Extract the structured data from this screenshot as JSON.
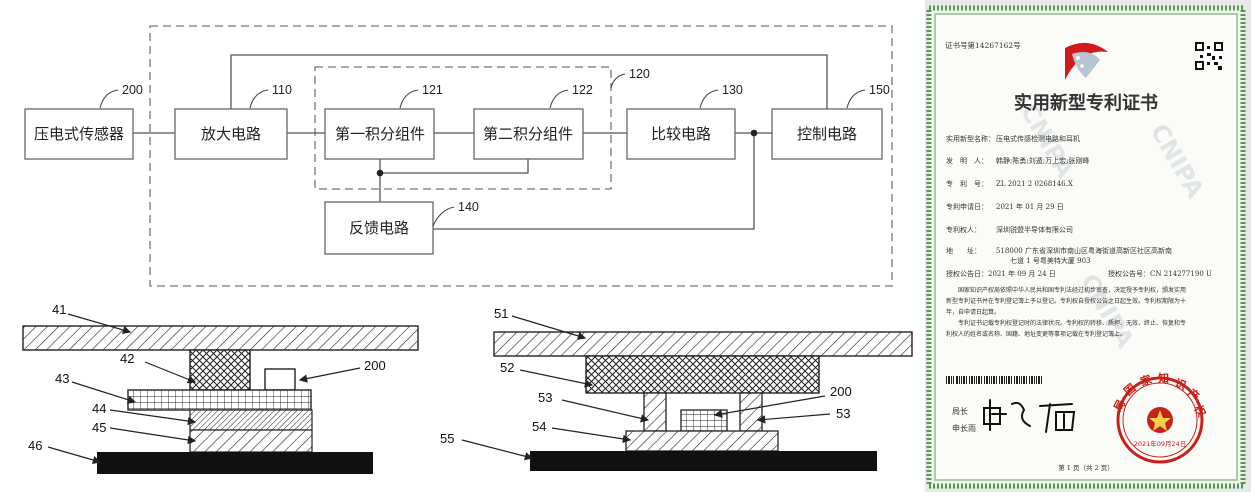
{
  "block_diagram": {
    "blocks": {
      "sensor": {
        "label": "压电式传感器",
        "ref": "200"
      },
      "amp": {
        "label": "放大电路",
        "ref": "110"
      },
      "int1": {
        "label": "第一积分组件",
        "ref": "121"
      },
      "int2": {
        "label": "第二积分组件",
        "ref": "122"
      },
      "group_ref": "120",
      "comp": {
        "label": "比较电路",
        "ref": "130"
      },
      "ctrl": {
        "label": "控制电路",
        "ref": "150"
      },
      "fb": {
        "label": "反馈电路",
        "ref": "140"
      }
    }
  },
  "structure_a": {
    "labels": [
      "41",
      "42",
      "43",
      "44",
      "45",
      "46",
      "200"
    ]
  },
  "structure_b": {
    "labels": [
      "51",
      "52",
      "53",
      "54",
      "55",
      "200",
      "53"
    ]
  },
  "certificate": {
    "cert_no": "证书号第14267162号",
    "title": "实用新型专利证书",
    "fields": [
      {
        "k": "实用新型名称：",
        "v": "压电式传感检测电路和耳机"
      },
      {
        "k": "发　明　人：",
        "v": "韩静;陈勇;刘遁;万上宏;张刚峰"
      },
      {
        "k": "专　利　号：",
        "v": "ZL 2021 2 0268146.X"
      },
      {
        "k": "专利申请日：",
        "v": "2021 年 01 月 29 日"
      },
      {
        "k": "专利权人：",
        "v": "深圳锐盟半导体有限公司"
      },
      {
        "k": "地　　址：",
        "v": "518000 广东省深圳市南山区粤海街道高新区社区高新南"
      },
      {
        "k": "",
        "v": "七道 1 号粤美特大厦 903"
      }
    ],
    "grant_date": "授权公告日：2021 年 09 月 24 日",
    "grant_no": "授权公告号：CN 214277190 U",
    "body_lines": [
      "国家知识产权局依照中华人民共和国专利法经过初步审查，决定授予专利权，颁发实用",
      "新型专利证书并在专利登记簿上予以登记。专利权自授权公告之日起生效。专利权期限为十",
      "年，自申请日起算。",
      "专利证书记载专利权登记时的法律状况。专利权的转移、质押、无效、终止、恢复和专",
      "利权人的姓名或名称、国籍、地址变更等事项记载在专利登记簿上。"
    ],
    "sig1": "局长",
    "sig2": "申长雨",
    "page": "第 1 页（共 2 页）",
    "seal_date": "2021年09月24日",
    "watermark": "CNIPA",
    "colors": {
      "border": "#4f9a4f",
      "seal": "#c8201a",
      "flag": "#d11a1a"
    }
  }
}
